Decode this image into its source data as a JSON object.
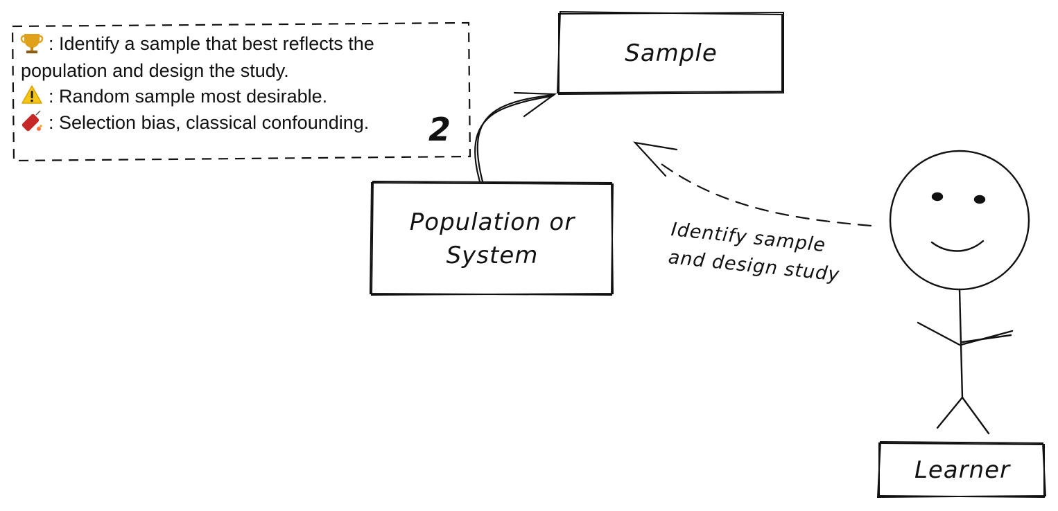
{
  "note": {
    "goal_icon": "trophy-icon",
    "goal_text": ": Identify a sample that best reflects the",
    "goal_text_cont": "population and design the study.",
    "warning_icon": "warning-icon",
    "warning_text": ": Random sample most desirable.",
    "pitfall_icon": "firecracker-icon",
    "pitfall_text": ": Selection bias, classical confounding."
  },
  "step_number": "2",
  "nodes": {
    "sample": "Sample",
    "population_line1": "Population or",
    "population_line2": "System",
    "learner": "Learner"
  },
  "edges": {
    "learner_to_sample_line1": "Identify sample",
    "learner_to_sample_line2": "and design study"
  },
  "colors": {
    "stroke": "#111111",
    "trophy": "#e0a21b",
    "warning": "#f5c518",
    "firecracker": "#c62828"
  }
}
